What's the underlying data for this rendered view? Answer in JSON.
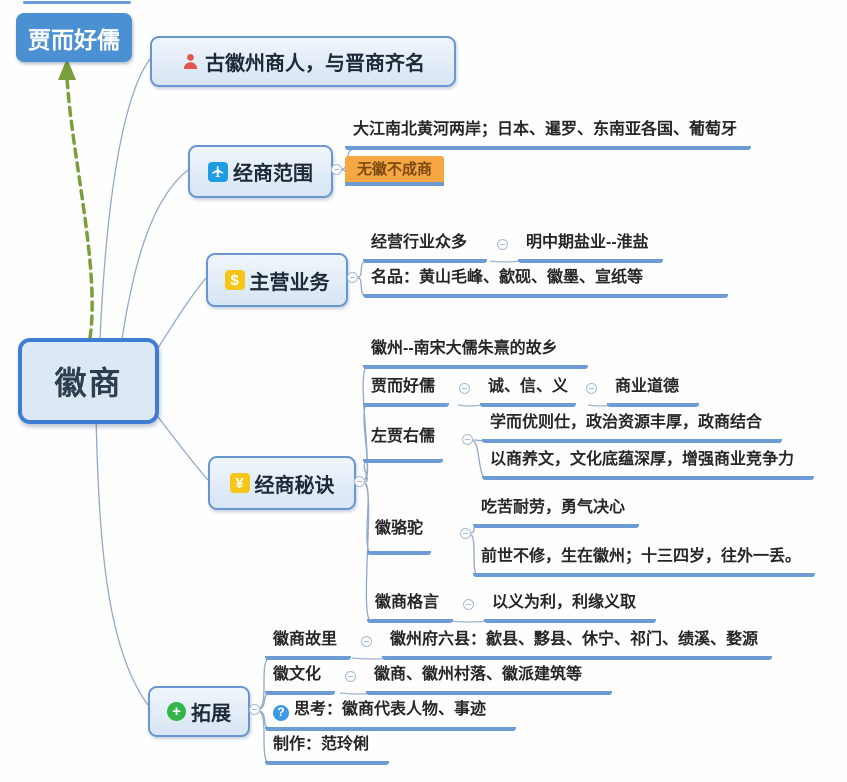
{
  "root": {
    "label": "徽商"
  },
  "floating_topic": {
    "label": "贾而好儒"
  },
  "branch1": {
    "label": "古徽州商人，与晋商齐名"
  },
  "branch2": {
    "label": "经商范围",
    "leaf1": "大江南北黄河两岸；日本、暹罗、东南亚各国、葡萄牙",
    "leaf2": "无徽不成商"
  },
  "branch3": {
    "label": "主营业务",
    "row1": {
      "parent": "经营行业众多",
      "child": "明中期盐业--淮盐"
    },
    "row2": "名品：黄山毛峰、歙砚、徽墨、宣纸等"
  },
  "branch4": {
    "label": "经商秘诀",
    "row1": "徽州--南宋大儒朱熹的故乡",
    "row2": {
      "parent": "贾而好儒",
      "child": "诚、信、义",
      "grandchild": "商业道德"
    },
    "row3": {
      "parent": "左贾右儒",
      "child1": "学而优则仕，政治资源丰厚，政商结合",
      "child2": "以商养文，文化底蕴深厚，增强商业竞争力"
    },
    "row4": {
      "parent": "徽骆驼",
      "child1": "吃苦耐劳，勇气决心",
      "child2": "前世不修，生在徽州；十三四岁，往外一丢。"
    },
    "row5": {
      "parent": "徽商格言",
      "child": "以义为利，利缘义取"
    }
  },
  "branch5": {
    "label": "拓展",
    "row1": {
      "parent": "徽商故里",
      "child": "徽州府六县：歙县、黟县、休宁、祁门、绩溪、婺源"
    },
    "row2": {
      "parent": "徽文化",
      "child": "徽商、徽州村落、徽派建筑等"
    },
    "row3": {
      "text": "思考：徽商代表人物、事迹"
    },
    "row4": "制作：范玲俐"
  },
  "icons": {
    "dollar": "$",
    "yuan": "¥",
    "plus": "+",
    "question": "?"
  },
  "colors": {
    "accent_blue": "#4a90d2",
    "node_fill": "#dce8f5",
    "node_border": "#6896cf",
    "underline_blue": "#6d9bd3",
    "connector": "#93a9cb",
    "arrow_green": "#7a9e3b",
    "orange_fill": "#f6a744",
    "orange_text": "#7a4a10"
  }
}
